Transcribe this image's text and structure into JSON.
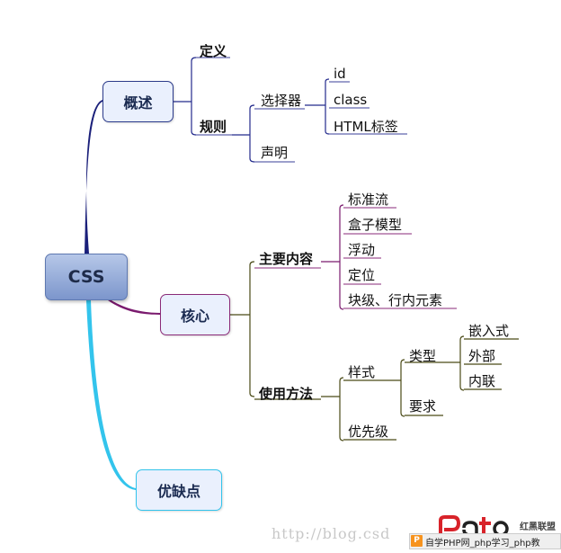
{
  "root": "CSS",
  "branches": {
    "gaishu": {
      "label": "概述",
      "dingyi": "定义",
      "guize": "规则",
      "xuanzeqi": "选择器",
      "selectors": [
        "id",
        "class",
        "HTML标签"
      ],
      "shengming": "声明"
    },
    "hexin": {
      "label": "核心",
      "zhuyao": "主要内容",
      "contents": [
        "标准流",
        "盒子模型",
        "浮动",
        "定位",
        "块级、行内元素"
      ],
      "shiyong": "使用方法",
      "yangshi": "样式",
      "leixing": "类型",
      "types": [
        "嵌入式",
        "外部",
        "内联"
      ],
      "yaoqiu": "要求",
      "youxianji": "优先级"
    },
    "youque": {
      "label": "优缺点"
    }
  },
  "watermark": "http://blog.csd",
  "logo": {
    "brand": "红黑联盟"
  },
  "footer": {
    "icon": "P",
    "text": "自学PHP网_php学习_php教"
  },
  "colors": {
    "gaishu": "#1a1f7a",
    "hexin": "#7a1a6e",
    "youque": "#33c4ec",
    "sub_line": "#232a8c",
    "hexin_sub_line": "#4a4a16",
    "underline_blue": "#3a3f9a",
    "underline_purple": "#8a2a78",
    "underline_olive": "#4a4a16",
    "logo_red": "#d8232a"
  }
}
